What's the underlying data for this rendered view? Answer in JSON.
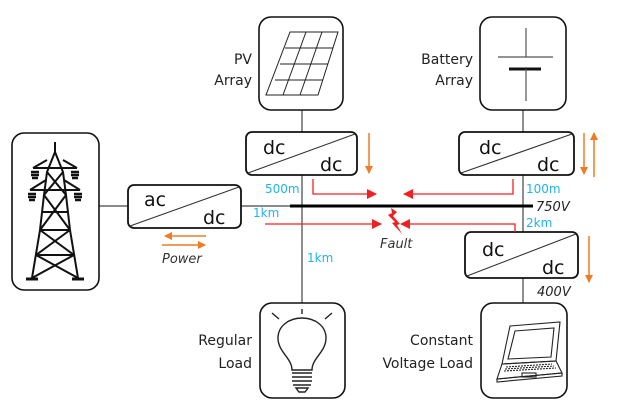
{
  "title": "DC microgrid fault diagram",
  "colors": {
    "distance": "#1fb3f0",
    "fault_current": "#f02020",
    "power_flow": "#f07b22",
    "stroke": "#111111",
    "wire": "#444444"
  },
  "sources": {
    "pv": {
      "label_line1": "PV",
      "label_line2": "Array",
      "icon": "solar-panel-icon"
    },
    "battery": {
      "label_line1": "Battery",
      "label_line2": "Array",
      "icon": "battery-symbol-icon"
    },
    "grid": {
      "icon": "transmission-tower-icon"
    }
  },
  "loads": {
    "regular": {
      "label_line1": "Regular",
      "label_line2": "Load",
      "icon": "lightbulb-icon"
    },
    "constant_voltage": {
      "label_line1": "Constant",
      "label_line2": "Voltage Load",
      "icon": "laptop-icon"
    }
  },
  "converters": {
    "grid": {
      "top": "ac",
      "bottom": "dc"
    },
    "pv": {
      "top": "dc",
      "bottom": "dc"
    },
    "battery": {
      "top": "dc",
      "bottom": "dc"
    },
    "load": {
      "top": "dc",
      "bottom": "dc"
    }
  },
  "distances": {
    "pv": "500m",
    "grid": "1km",
    "regular_load": "1km",
    "battery": "100m",
    "cv_load": "2km"
  },
  "voltages": {
    "bus": "750V",
    "load": "400V"
  },
  "fault": {
    "label": "Fault"
  },
  "power": {
    "label": "Power"
  }
}
